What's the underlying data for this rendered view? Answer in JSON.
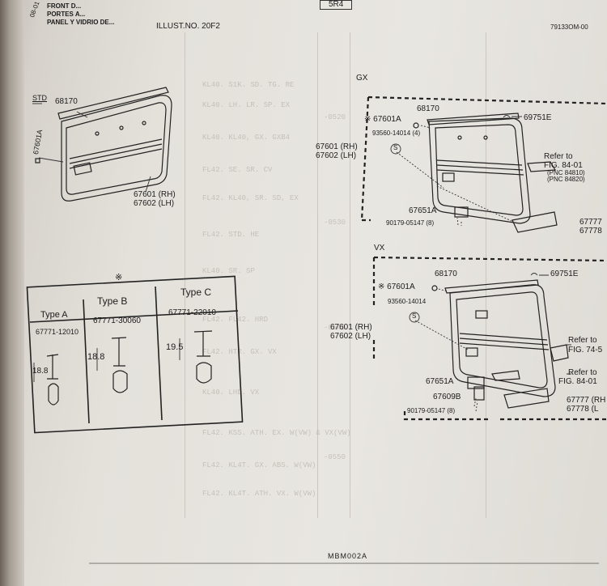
{
  "header": {
    "title_lines": [
      "FRONT D...",
      "PORTES A...",
      "PANEL Y VIDRIO DE..."
    ],
    "section_code": "08-01",
    "illust_no": "ILLUST.NO. 20F2",
    "part_no": "79133OM-00",
    "page_tag": "5R4"
  },
  "std_section": {
    "tag": "STD",
    "molding": "68170",
    "clip": "67601A",
    "panel_rh": "67601 (RH)",
    "panel_lh": "67602 (LH)"
  },
  "clip_types": {
    "marker": "※",
    "types": [
      {
        "name": "Type A",
        "part": "67771-12010",
        "dim": "18.8"
      },
      {
        "name": "Type B",
        "part": "67771-30060",
        "dim": "18.8"
      },
      {
        "name": "Type C",
        "part": "67771-22010",
        "dim": "19.5"
      }
    ]
  },
  "gx_section": {
    "tag": "GX",
    "clip": "※ 67601A",
    "molding": "68170",
    "cap": "69751E",
    "screw": "93560-14014 (4)",
    "screw_symbol": "S",
    "panel_rh": "67601 (RH)",
    "panel_lh": "67602 (LH)",
    "refer_1": "Refer to",
    "refer_fig": "FIG. 84-01",
    "pnc_1": "(PNC 84810)",
    "pnc_2": "(PNC 84820)",
    "switch": "67651A",
    "grip": "67777",
    "grip2": "67778",
    "fastener": "90179-05147 (8)"
  },
  "vx_section": {
    "tag": "VX",
    "molding": "68170",
    "cap": "69751E",
    "clip": "※ 67601A",
    "screw": "93560-14014",
    "screw_symbol": "S",
    "panel_rh": "67601 (RH)",
    "panel_lh": "67602 (LH)",
    "refer_a": "Refer to",
    "refer_a_fig": "FIG. 74-5",
    "refer_b": "Refer to",
    "refer_b_fig": "FIG. 84-01",
    "switch": "67651A",
    "bezel": "67609B",
    "grip": "67777 (RH",
    "grip2": "67778 (L",
    "fastener": "90179-05147 (8)"
  },
  "footer": {
    "code": "MBM002A"
  }
}
